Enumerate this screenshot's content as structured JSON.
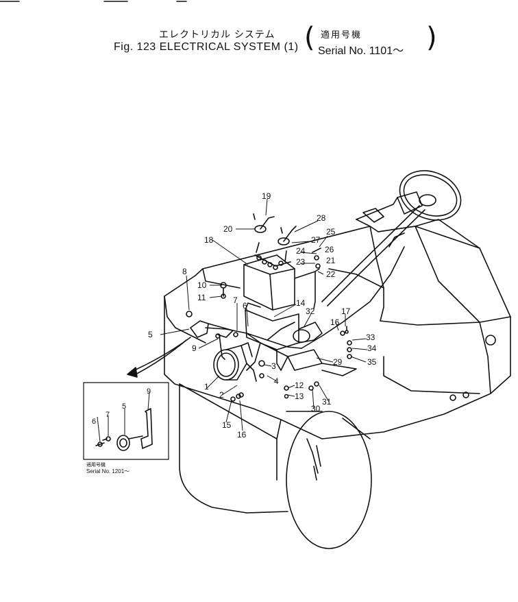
{
  "header": {
    "title_jp": "エレクトリカル システム",
    "title_en": "Fig. 123 ELECTRICAL SYSTEM (1)",
    "serial_jp": "適用号機",
    "serial_en": "Serial No. 1101～",
    "paren_left": "(",
    "paren_right": ")"
  },
  "inset": {
    "serial_jp": "適用号機",
    "serial_en": "Serial No. 1201～",
    "callouts": [
      "6",
      "7",
      "5",
      "9"
    ]
  },
  "callouts": [
    "19",
    "28",
    "20",
    "25",
    "18",
    "27",
    "24",
    "26",
    "23",
    "21",
    "22",
    "8",
    "10",
    "11",
    "7",
    "6",
    "14",
    "32",
    "17",
    "16",
    "5",
    "33",
    "34",
    "9",
    "3",
    "29",
    "35",
    "1",
    "4",
    "12",
    "13",
    "2",
    "31",
    "30",
    "15",
    "16"
  ]
}
